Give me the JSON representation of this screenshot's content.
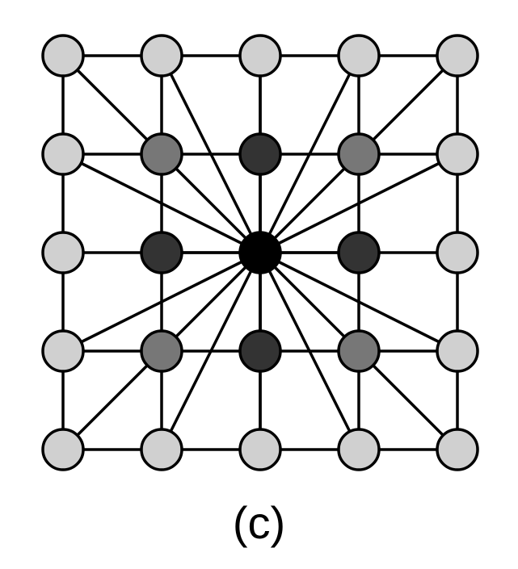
{
  "caption": "(c)",
  "colors": {
    "edge": "#000000",
    "node_stroke": "#000000",
    "light": "#d0d0d0",
    "medium": "#777777",
    "dark": "#333333",
    "center": "#000000"
  },
  "graph": {
    "rows": 5,
    "cols": 5,
    "node_shades": [
      [
        "light",
        "light",
        "light",
        "light",
        "light"
      ],
      [
        "light",
        "medium",
        "dark",
        "medium",
        "light"
      ],
      [
        "light",
        "dark",
        "center",
        "dark",
        "light"
      ],
      [
        "light",
        "medium",
        "dark",
        "medium",
        "light"
      ],
      [
        "light",
        "light",
        "light",
        "light",
        "light"
      ]
    ],
    "grid_edges": "all-adjacent",
    "extra_edges": [
      [
        [
          0,
          0
        ],
        [
          1,
          1
        ]
      ],
      [
        [
          0,
          4
        ],
        [
          1,
          3
        ]
      ],
      [
        [
          4,
          0
        ],
        [
          3,
          1
        ]
      ],
      [
        [
          4,
          4
        ],
        [
          3,
          3
        ]
      ],
      [
        [
          2,
          2
        ],
        [
          0,
          1
        ]
      ],
      [
        [
          2,
          2
        ],
        [
          0,
          2
        ]
      ],
      [
        [
          2,
          2
        ],
        [
          0,
          3
        ]
      ],
      [
        [
          2,
          2
        ],
        [
          1,
          0
        ]
      ],
      [
        [
          2,
          2
        ],
        [
          1,
          1
        ]
      ],
      [
        [
          2,
          2
        ],
        [
          1,
          2
        ]
      ],
      [
        [
          2,
          2
        ],
        [
          1,
          3
        ]
      ],
      [
        [
          2,
          2
        ],
        [
          1,
          4
        ]
      ],
      [
        [
          2,
          2
        ],
        [
          2,
          1
        ]
      ],
      [
        [
          2,
          2
        ],
        [
          2,
          3
        ]
      ],
      [
        [
          2,
          2
        ],
        [
          3,
          0
        ]
      ],
      [
        [
          2,
          2
        ],
        [
          3,
          1
        ]
      ],
      [
        [
          2,
          2
        ],
        [
          3,
          2
        ]
      ],
      [
        [
          2,
          2
        ],
        [
          3,
          3
        ]
      ],
      [
        [
          2,
          2
        ],
        [
          3,
          4
        ]
      ],
      [
        [
          2,
          2
        ],
        [
          4,
          1
        ]
      ],
      [
        [
          2,
          2
        ],
        [
          4,
          2
        ]
      ],
      [
        [
          2,
          2
        ],
        [
          4,
          3
        ]
      ]
    ]
  }
}
